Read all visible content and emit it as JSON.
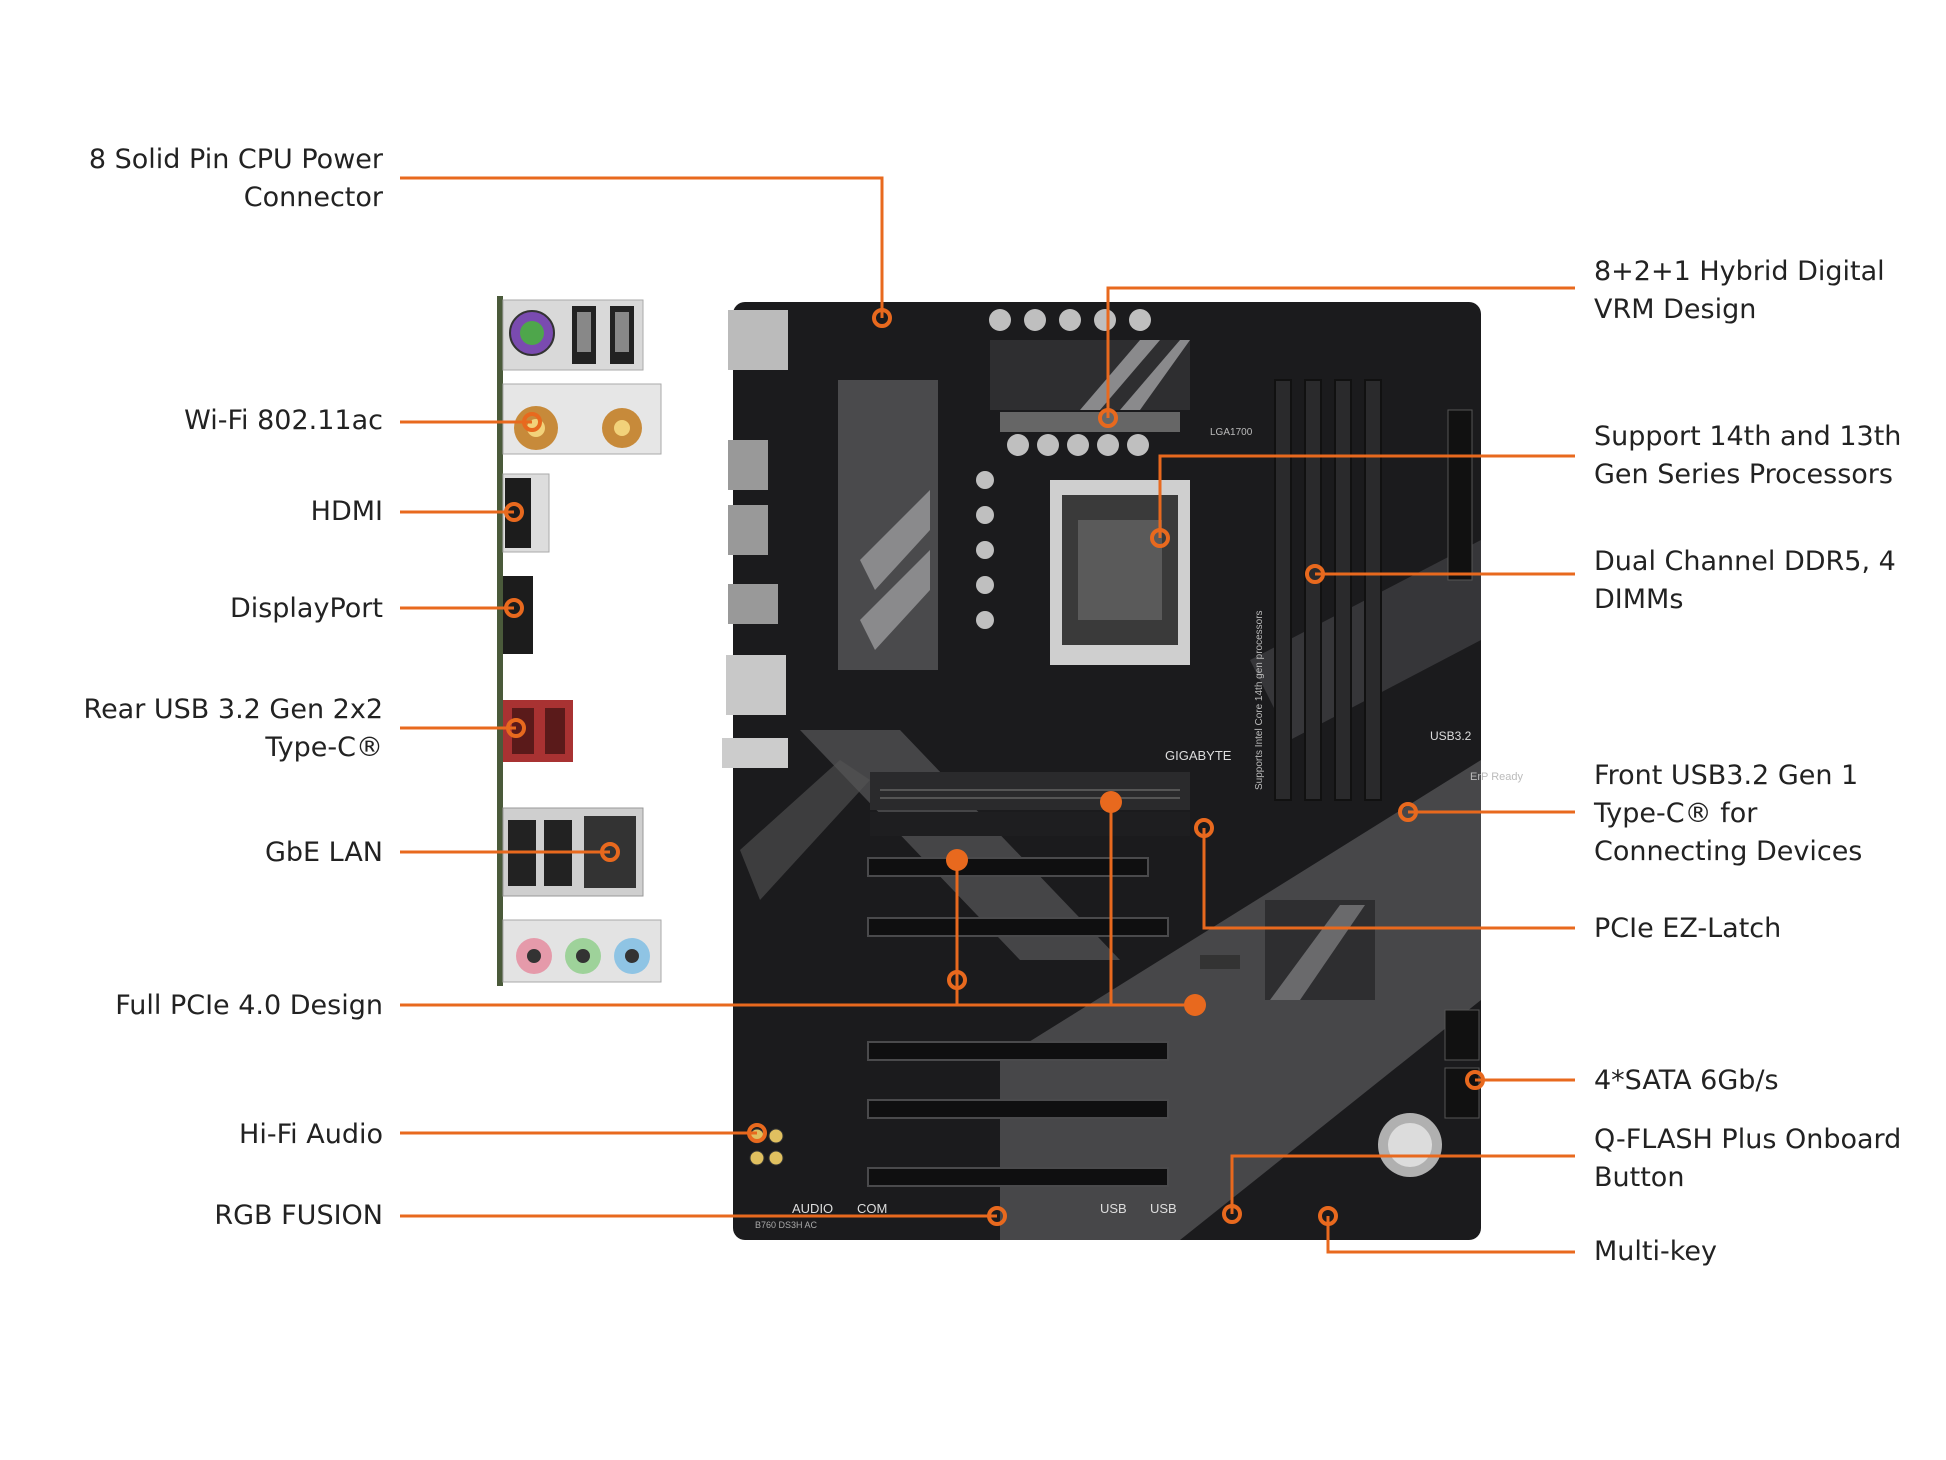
{
  "diagram": {
    "brand_text": "GIGABYTE",
    "board_marks": {
      "socket": "LGA1700",
      "model": "B760 DS3H AC",
      "usb_header": "USB3.2",
      "erp": "ErP Ready",
      "audio": "AUDIO",
      "com": "COM",
      "usb1": "USB",
      "usb2": "USB",
      "processor_note": "Supports Intel Core 14th gen processors"
    },
    "accent_color": "#e8691e",
    "callouts_left": [
      {
        "id": "cpu-power",
        "text": "8 Solid Pin CPU Power\nConnector"
      },
      {
        "id": "wifi",
        "text": "Wi-Fi 802.11ac"
      },
      {
        "id": "hdmi",
        "text": "HDMI"
      },
      {
        "id": "displayport",
        "text": "DisplayPort"
      },
      {
        "id": "rear-usb",
        "text": "Rear USB 3.2 Gen 2x2\nType-C®"
      },
      {
        "id": "gbe-lan",
        "text": "GbE LAN"
      },
      {
        "id": "pcie",
        "text": "Full PCIe 4.0 Design"
      },
      {
        "id": "audio",
        "text": "Hi-Fi Audio"
      },
      {
        "id": "rgb",
        "text": "RGB FUSION"
      }
    ],
    "callouts_right": [
      {
        "id": "vrm",
        "text": "8+2+1 Hybrid Digital\nVRM Design"
      },
      {
        "id": "cpu-support",
        "text": "Support 14th and 13th\nGen Series Processors"
      },
      {
        "id": "ddr5",
        "text": "Dual Channel DDR5, 4\nDIMMs"
      },
      {
        "id": "front-usb",
        "text": "Front USB3.2 Gen 1\nType-C® for\nConnecting Devices"
      },
      {
        "id": "ez-latch",
        "text": "PCIe EZ-Latch"
      },
      {
        "id": "sata",
        "text": "4*SATA 6Gb/s"
      },
      {
        "id": "qflash",
        "text": "Q-FLASH Plus Onboard\nButton"
      },
      {
        "id": "multikey",
        "text": "Multi-key"
      }
    ]
  }
}
